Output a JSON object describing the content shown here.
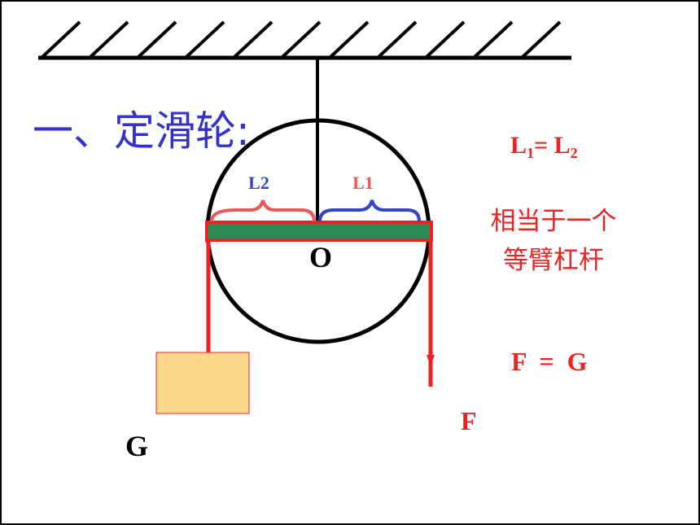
{
  "title": "一、定滑轮:",
  "labels": {
    "pivot": "O",
    "left_arm": "L2",
    "right_arm": "L1",
    "weight": "G",
    "force": "F"
  },
  "equation": {
    "l1": "L",
    "l1_sub": "1",
    "eq": "= ",
    "l2": "L",
    "l2_sub": "2"
  },
  "description": {
    "line1": "相当于一个",
    "line2": "等臂杠杆"
  },
  "force_equation": "F  =  G",
  "colors": {
    "title": "#3333cc",
    "red": "#ee2222",
    "blue": "#3344cc",
    "lever": "#2e8b57",
    "block": "#fcd98a",
    "line": "#000000"
  }
}
